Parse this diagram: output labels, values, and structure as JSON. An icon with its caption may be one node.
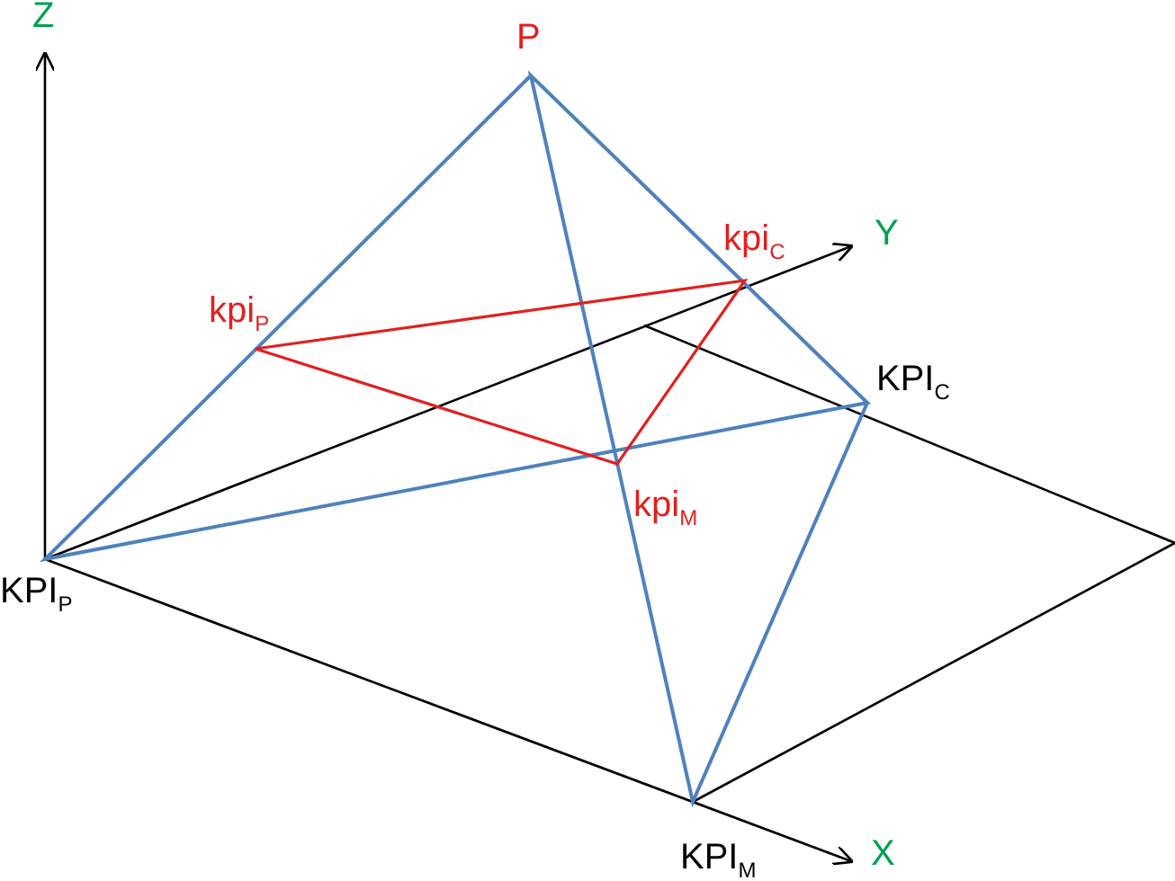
{
  "diagram": {
    "labels": [
      "Z",
      "P",
      "kpi$_{C}$",
      "Y",
      "kpi$_{P}$",
      "KPI$_{C}$",
      "KPI$_{P}$",
      "kpi$_{M}$",
      "KPI$_{M}$",
      "X"
    ]
  }
}
